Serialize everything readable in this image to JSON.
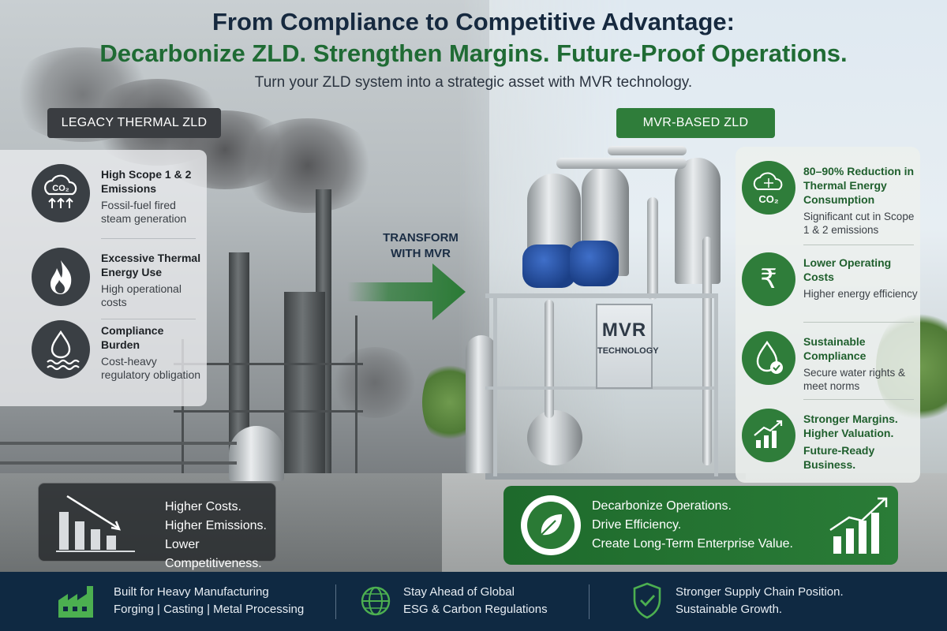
{
  "header": {
    "title_line1": "From Compliance to Competitive Advantage:",
    "title_line2": "Decarbonize ZLD. Strengthen Margins. Future-Proof Operations.",
    "subtitle": "Turn your ZLD system into a strategic asset with MVR technology."
  },
  "left": {
    "label": "LEGACY THERMAL ZLD",
    "items": [
      {
        "title": "High Scope 1 & 2 Emissions",
        "detail": "Fossil-fuel fired steam generation",
        "icon": "co2-cloud-icon",
        "icon_text": "CO₂"
      },
      {
        "title": "Excessive Thermal Energy Use",
        "detail": "High operational costs",
        "icon": "flame-icon"
      },
      {
        "title": "Compliance Burden",
        "detail": "Cost-heavy regulatory obligation",
        "icon": "water-drop-icon"
      }
    ],
    "bottom_lines": [
      "Higher Costs.",
      "Higher Emissions.",
      "Lower Competitiveness."
    ]
  },
  "transform": {
    "line1": "TRANSFORM",
    "line2": "WITH MVR"
  },
  "plant_sign": {
    "big": "MVR",
    "small": "TECHNOLOGY"
  },
  "right": {
    "label": "MVR-BASED ZLD",
    "items": [
      {
        "title": "80–90% Reduction in Thermal Energy Consumption",
        "detail": "Significant cut in Scope 1 & 2 emissions",
        "icon": "co2-cloud-icon",
        "icon_text": "CO₂"
      },
      {
        "title": "Lower Operating Costs",
        "detail": "Higher energy efficiency",
        "icon": "rupee-icon",
        "icon_text": "₹"
      },
      {
        "title": "Sustainable Compliance",
        "detail": "Secure water rights & meet norms",
        "icon": "water-check-icon"
      },
      {
        "title": "Stronger Margins. Higher Valuation.",
        "detail": "Future-Ready Business.",
        "icon": "growth-chart-icon"
      }
    ],
    "bottom_lines": [
      "Decarbonize Operations.",
      "Drive Efficiency.",
      "Create Long-Term Enterprise Value."
    ]
  },
  "footer": [
    {
      "line1": "Built for Heavy Manufacturing",
      "line2": "Forging  |  Casting  |  Metal Processing",
      "icon": "factory-icon"
    },
    {
      "line1": "Stay Ahead of Global",
      "line2": "ESG & Carbon Regulations",
      "icon": "globe-icon"
    },
    {
      "line1": "Stronger Supply Chain Position.",
      "line2": "Sustainable Growth.",
      "icon": "shield-check-icon"
    }
  ],
  "colors": {
    "navy": "#16293f",
    "green": "#2f7d3a",
    "dark_pill": "#3a3d41",
    "footer_bg": "#0f2942"
  }
}
